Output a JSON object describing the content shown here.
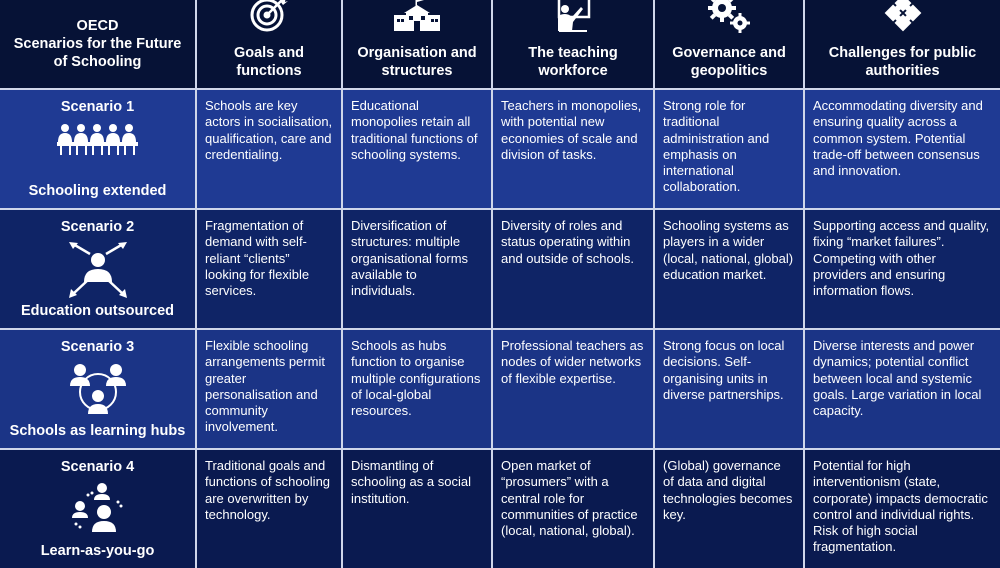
{
  "corner": {
    "line1": "OECD",
    "line2": "Scenarios for the Future",
    "line3": "of Schooling"
  },
  "columns": [
    {
      "line1": "Goals and",
      "line2": "functions",
      "icon": "target-icon"
    },
    {
      "line1": "Organisation and",
      "line2": "structures",
      "icon": "school-building-icon"
    },
    {
      "line1": "The teaching",
      "line2": "workforce",
      "icon": "teacher-board-icon"
    },
    {
      "line1": "Governance and",
      "line2": "geopolitics",
      "icon": "gears-icon"
    },
    {
      "line1": "Challenges for public",
      "line2": "authorities",
      "icon": "puzzle-icon"
    }
  ],
  "rows": [
    {
      "title": "Scenario 1",
      "name": "Schooling extended",
      "icon": "classroom-people-icon",
      "cells": [
        "Schools are key actors in socialisation, qualification, care and credentialing.",
        "Educational monopolies retain all traditional functions of schooling systems.",
        "Teachers in monopolies, with potential new economies of scale and division of tasks.",
        "Strong role for traditional administration and emphasis on international collaboration.",
        "Accommodating diversity and ensuring quality across a common system. Potential trade-off between consensus and innovation."
      ]
    },
    {
      "title": "Scenario 2",
      "name": "Education outsourced",
      "icon": "person-arrows-icon",
      "cells": [
        "Fragmentation of demand with self-reliant “clients” looking for flexible services.",
        "Diversification of structures: multiple organisational forms available to individuals.",
        "Diversity of roles and status operating within and outside of schools.",
        "Schooling systems as players in a wider (local, national, global) education market.",
        "Supporting access and quality, fixing “market failures”. Competing with other providers and ensuring information flows."
      ]
    },
    {
      "title": "Scenario 3",
      "name": "Schools as learning hubs",
      "icon": "network-people-icon",
      "cells": [
        "Flexible schooling arrangements permit greater personalisation and community involvement.",
        "Schools as hubs function to organise multiple configurations of local-global resources.",
        "Professional teachers as nodes of wider networks of flexible expertise.",
        "Strong focus on local decisions. Self-organising units in diverse partnerships.",
        "Diverse interests and power dynamics; potential conflict between local and systemic goals. Large variation in local capacity."
      ]
    },
    {
      "title": "Scenario 4",
      "name": "Learn-as-you-go",
      "icon": "connected-learners-icon",
      "cells": [
        "Traditional goals and functions of schooling are overwritten by technology.",
        "Dismantling of schooling as a social institution.",
        "Open market of “prosumers” with a central role for communities of practice (local, national, global).",
        "(Global) governance of data and digital technologies becomes key.",
        "Potential for high interventionism (state, corporate) impacts democratic control and individual rights. Risk of high social fragmentation."
      ]
    }
  ]
}
